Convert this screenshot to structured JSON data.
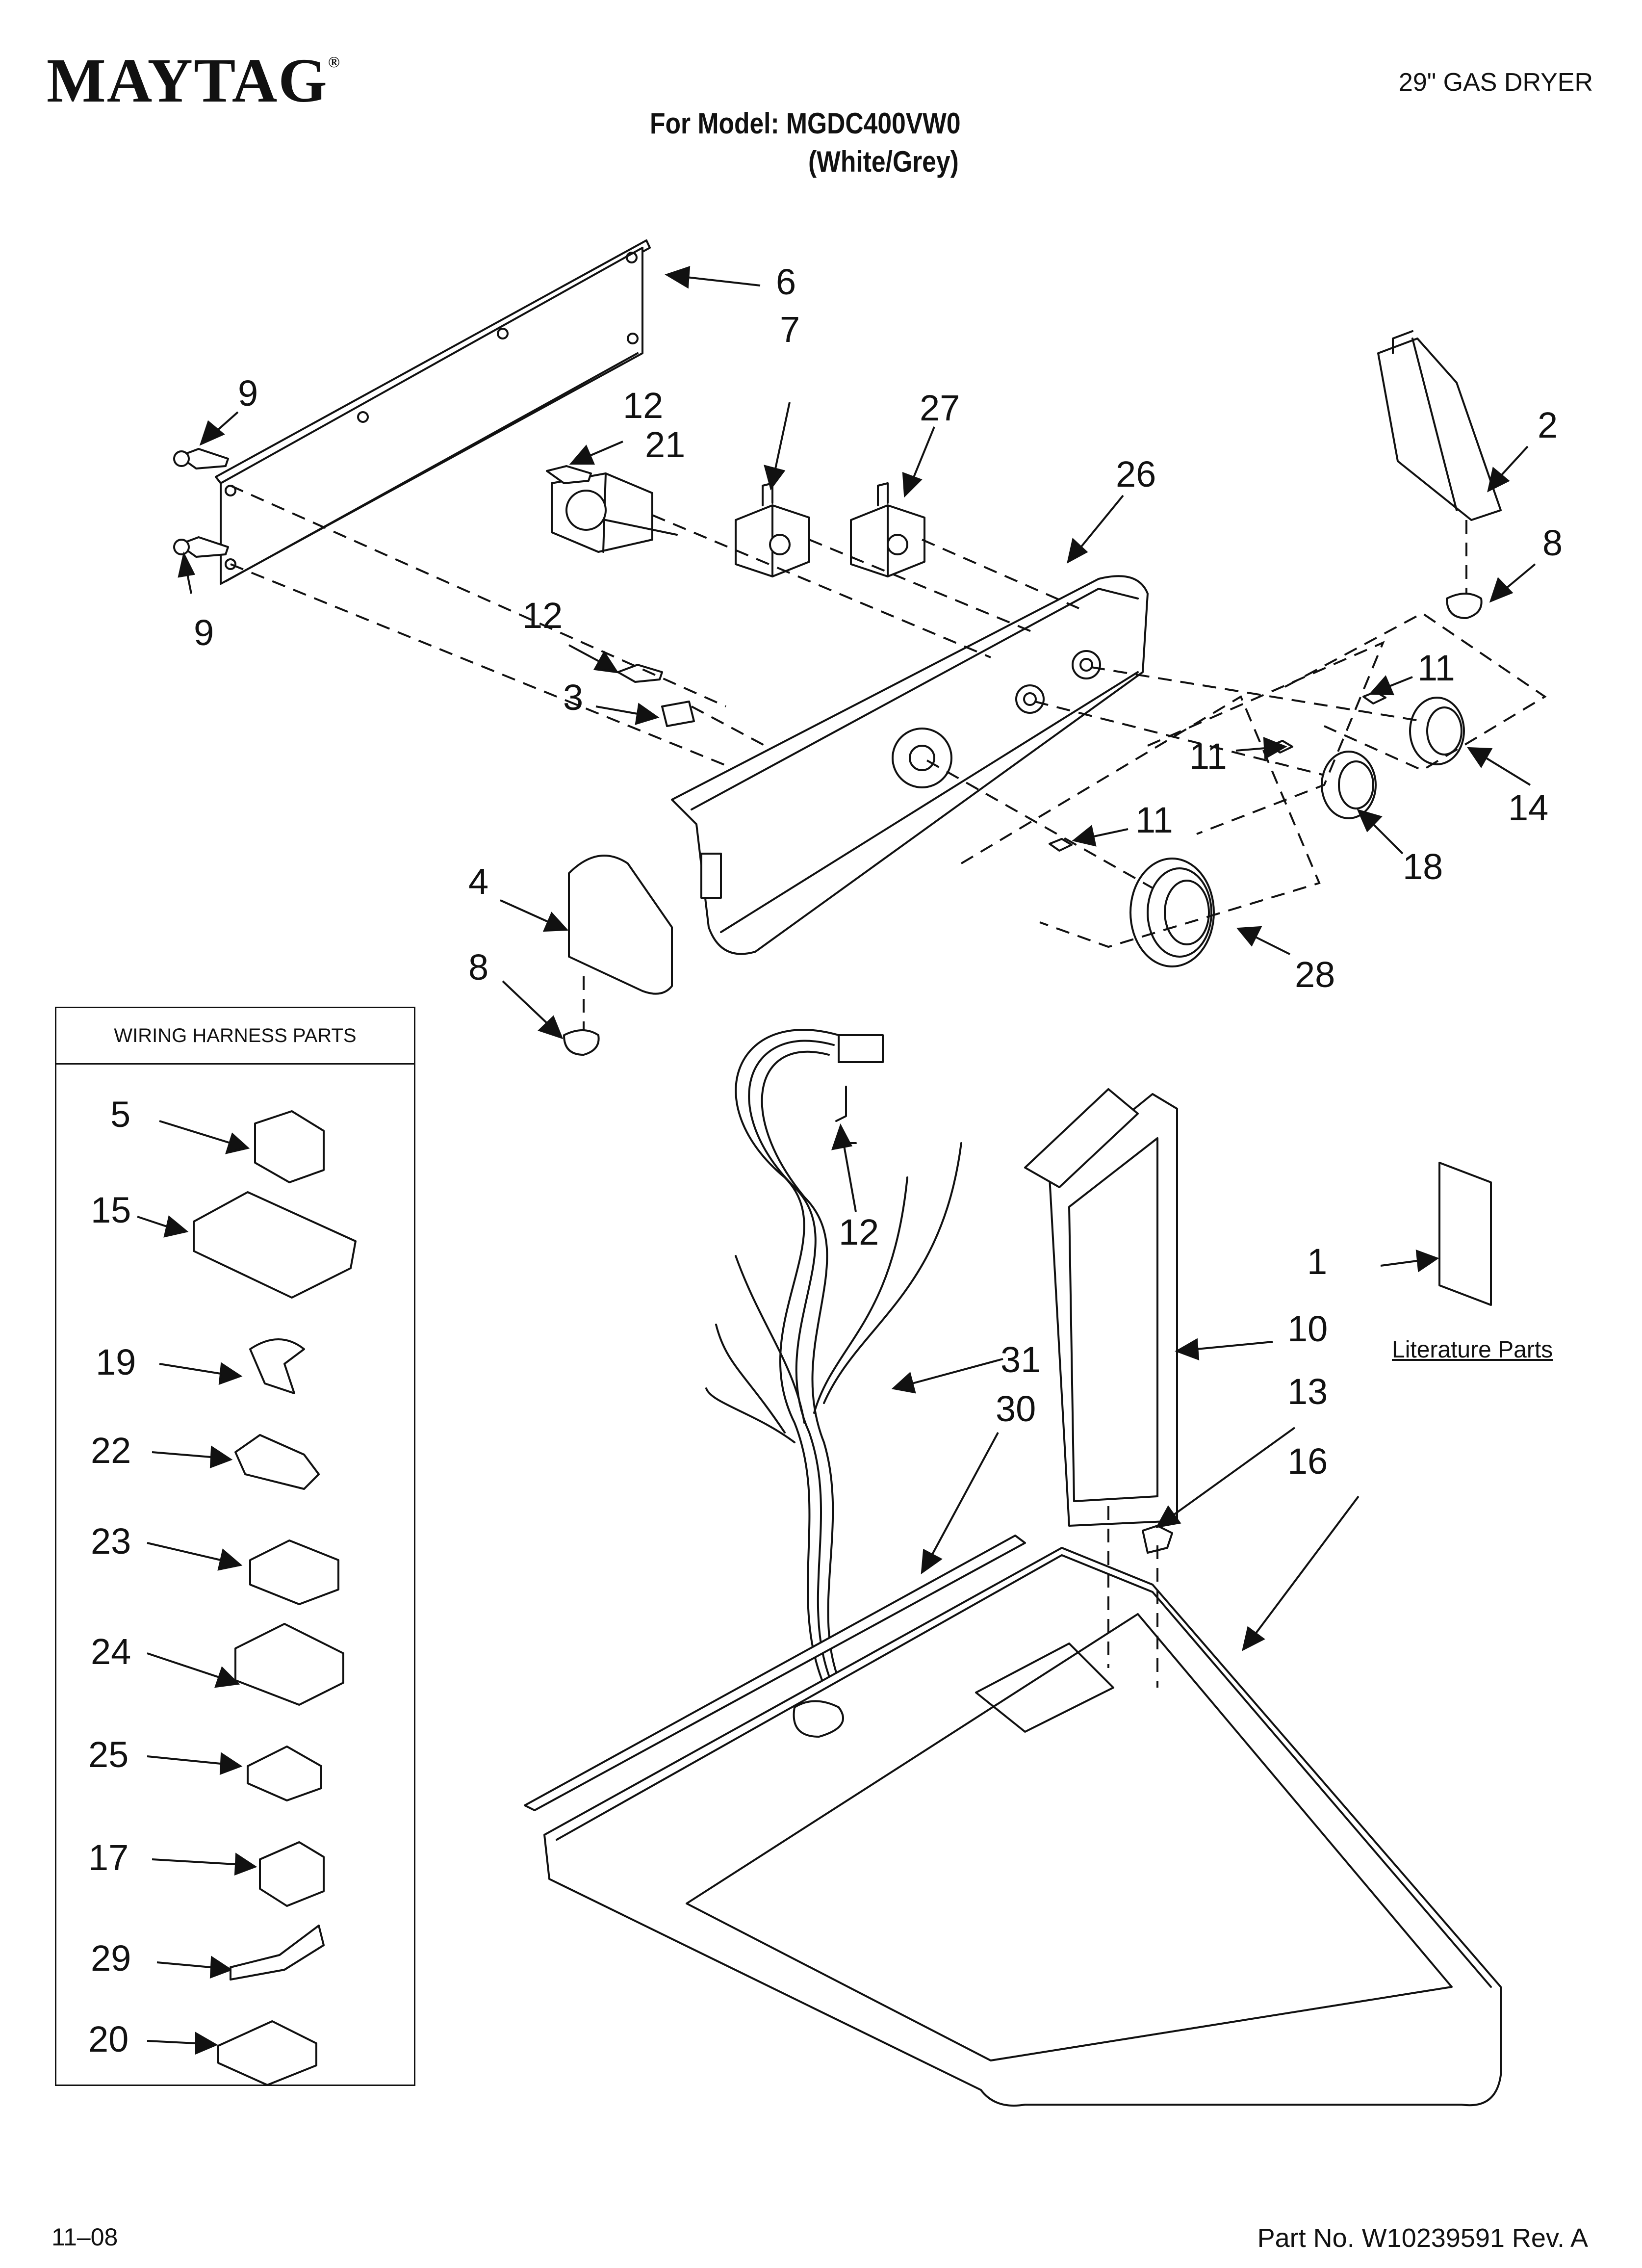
{
  "header": {
    "brand": "MAYTAG",
    "brand_mark": "®",
    "product": "29\" GAS DRYER",
    "model_line": "For Model: MGDC400VW0",
    "color_line": "(White/Grey)"
  },
  "footer": {
    "date": "11–08",
    "part_no": "Part No. W10239591 Rev. A"
  },
  "wiring_harness": {
    "title": "WIRING HARNESS PARTS",
    "items": [
      "5",
      "15",
      "19",
      "22",
      "23",
      "24",
      "25",
      "17",
      "29",
      "20"
    ]
  },
  "literature": {
    "label": "Literature Parts",
    "number": "1"
  },
  "callouts": {
    "c6": "6",
    "c9a": "9",
    "c9b": "9",
    "c12a": "12",
    "c21": "21",
    "c7": "7",
    "c27": "27",
    "c26": "26",
    "c2": "2",
    "c8a": "8",
    "c12b": "12",
    "c3": "3",
    "c11a": "11",
    "c11b": "11",
    "c11c": "11",
    "c14": "14",
    "c18": "18",
    "c28": "28",
    "c4": "4",
    "c8b": "8",
    "c12c": "12",
    "c31": "31",
    "c30": "30",
    "c10": "10",
    "c13": "13",
    "c16": "16"
  }
}
